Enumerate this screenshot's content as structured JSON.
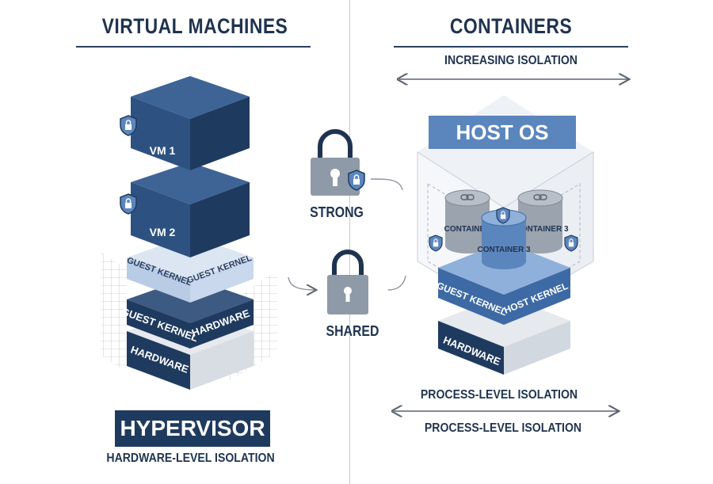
{
  "left": {
    "title": "VIRTUAL MACHINES",
    "vm1_label": "VM 1",
    "vm2_label": "VM 2",
    "guest_kernel_a": "GUEST KERNEL",
    "guest_kernel_b": "GUEST KERNEL",
    "guest_kernel_c": "GUEST KERNEL",
    "hardware_a": "HARDWARE",
    "hardware_b": "HARDWARE",
    "hypervisor_label": "HYPERVISOR",
    "isolation_caption": "HARDWARE-LEVEL ISOLATION"
  },
  "middle": {
    "strong_label": "STRONG",
    "shared_label": "SHARED"
  },
  "right": {
    "title": "CONTAINERS",
    "top_arrow_caption": "INCREASING ISOLATION",
    "host_os_label": "HOST OS",
    "container_1": "CONTAINER",
    "container_2": "CONTAINER 3",
    "container_3": "CONTAINER 3",
    "guest_kernel": "GUEST KERNEL",
    "host_kernel": "HOST KERNEL",
    "hardware": "HARDWARE",
    "bottom_caption_1": "PROCESS-LEVEL ISOLATION",
    "bottom_caption_2": "PROCESS-LEVEL ISOLATION"
  },
  "colors": {
    "navy": "#1f3a5f",
    "mid_blue": "#5b86bd",
    "light_blue": "#c9d8ec",
    "gray": "#9aa3ae"
  },
  "icons": [
    "shield-lock-icon",
    "padlock-icon",
    "chain-link-icon",
    "double-arrow-icon"
  ]
}
